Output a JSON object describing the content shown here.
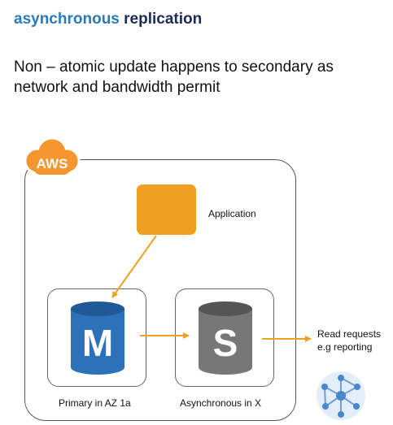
{
  "title": {
    "word1": "asynchronous",
    "word2": "replication"
  },
  "subtitle": {
    "line1": "Non – atomic update happens to secondary as",
    "line2": "network and bandwidth permit"
  },
  "aws": {
    "logo_text": "AWS",
    "brand_color": "#f7962e"
  },
  "application": {
    "label": "Application",
    "color": "#f0a020"
  },
  "primary_db": {
    "letter": "M",
    "label": "Primary in AZ 1a",
    "color": "#2d72b8"
  },
  "secondary_db": {
    "letter": "S",
    "label": "Asynchronous in X",
    "color": "#777777"
  },
  "read_requests": {
    "line1": "Read requests",
    "line2": "e.g reporting"
  },
  "arrow_color": "#f0a020",
  "network_icon": "network-graph-icon"
}
